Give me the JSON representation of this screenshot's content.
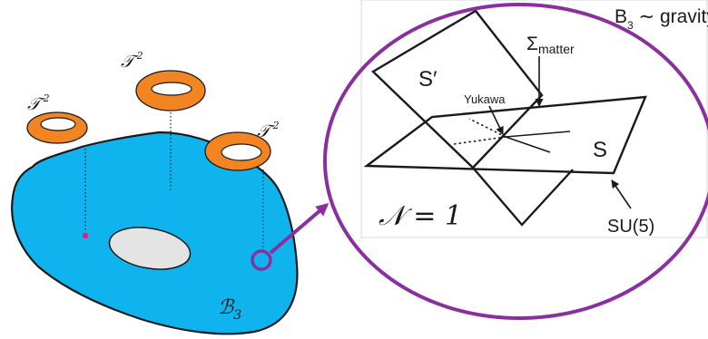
{
  "colors": {
    "base_fill": "#0fb4ee",
    "base_stroke": "#1a1a1a",
    "hole_fill": "#e4e4e4",
    "torus_fill": "#f28522",
    "accent_purple": "#8a2fa0",
    "point_magenta": "#e0208a",
    "panel_frame": "#d9d9d9"
  },
  "tori": [
    {
      "label": "𝒯",
      "exponent": "2"
    },
    {
      "label": "𝒯",
      "exponent": "2"
    },
    {
      "label": "𝒯",
      "exponent": "2"
    }
  ],
  "base": {
    "label": "ℬ",
    "subscript": "3"
  },
  "inset": {
    "title_main": "B",
    "title_sub": "3",
    "title_rest": " ∼ gravity",
    "s_prime": "S′",
    "s": "S",
    "sigma": "Σ",
    "sigma_sub": "matter",
    "yukawa": "Yukawa",
    "susy": "𝒩 = 1",
    "gauge": "SU(5)"
  }
}
